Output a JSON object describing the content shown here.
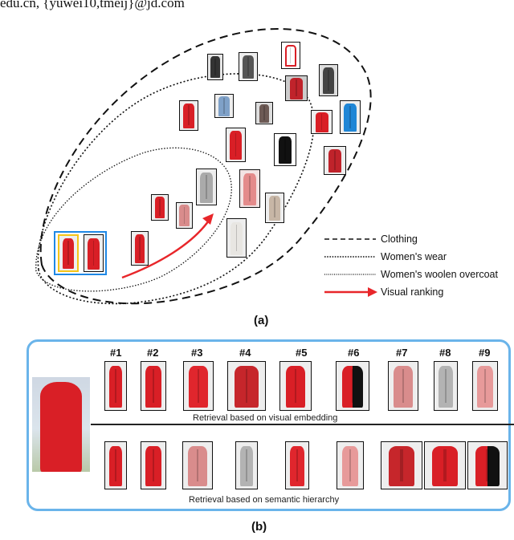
{
  "header_text": "edu.cn, {yuwei10,tmeij}@jd.com",
  "legend": {
    "clothing": "Clothing",
    "womens_wear": "Women's wear",
    "womens_woolen_overcoat": "Women's woolen overcoat",
    "visual_ranking": "Visual ranking"
  },
  "labels": {
    "panel_a": "(a)",
    "panel_b": "(b)"
  },
  "panel_b": {
    "ranks": [
      "#1",
      "#2",
      "#3",
      "#4",
      "#5",
      "#6",
      "#7",
      "#8",
      "#9"
    ],
    "row1_caption": "Retrieval based on visual embedding",
    "row2_caption": "Retrieval based on semantic hierarchy"
  },
  "colors": {
    "red_garment": "#d91f26",
    "arrow": "#e8262a",
    "panel_border": "#6ab4ea",
    "query_highlight": "#f5c518"
  }
}
